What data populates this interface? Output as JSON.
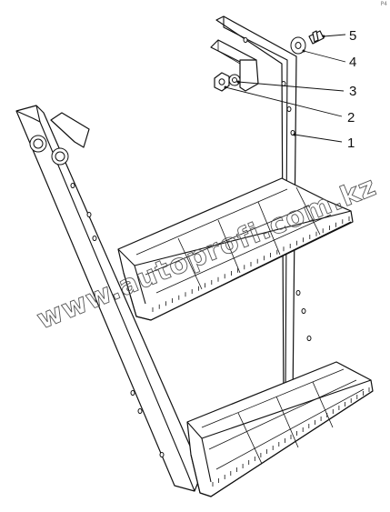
{
  "drawing": {
    "corner_mark": "P4",
    "watermark_text": "www.autoprofi.com.kz",
    "callouts": [
      {
        "id": "5",
        "label": "5"
      },
      {
        "id": "4",
        "label": "4"
      },
      {
        "id": "3",
        "label": "3"
      },
      {
        "id": "2",
        "label": "2"
      },
      {
        "id": "1",
        "label": "1"
      }
    ]
  }
}
